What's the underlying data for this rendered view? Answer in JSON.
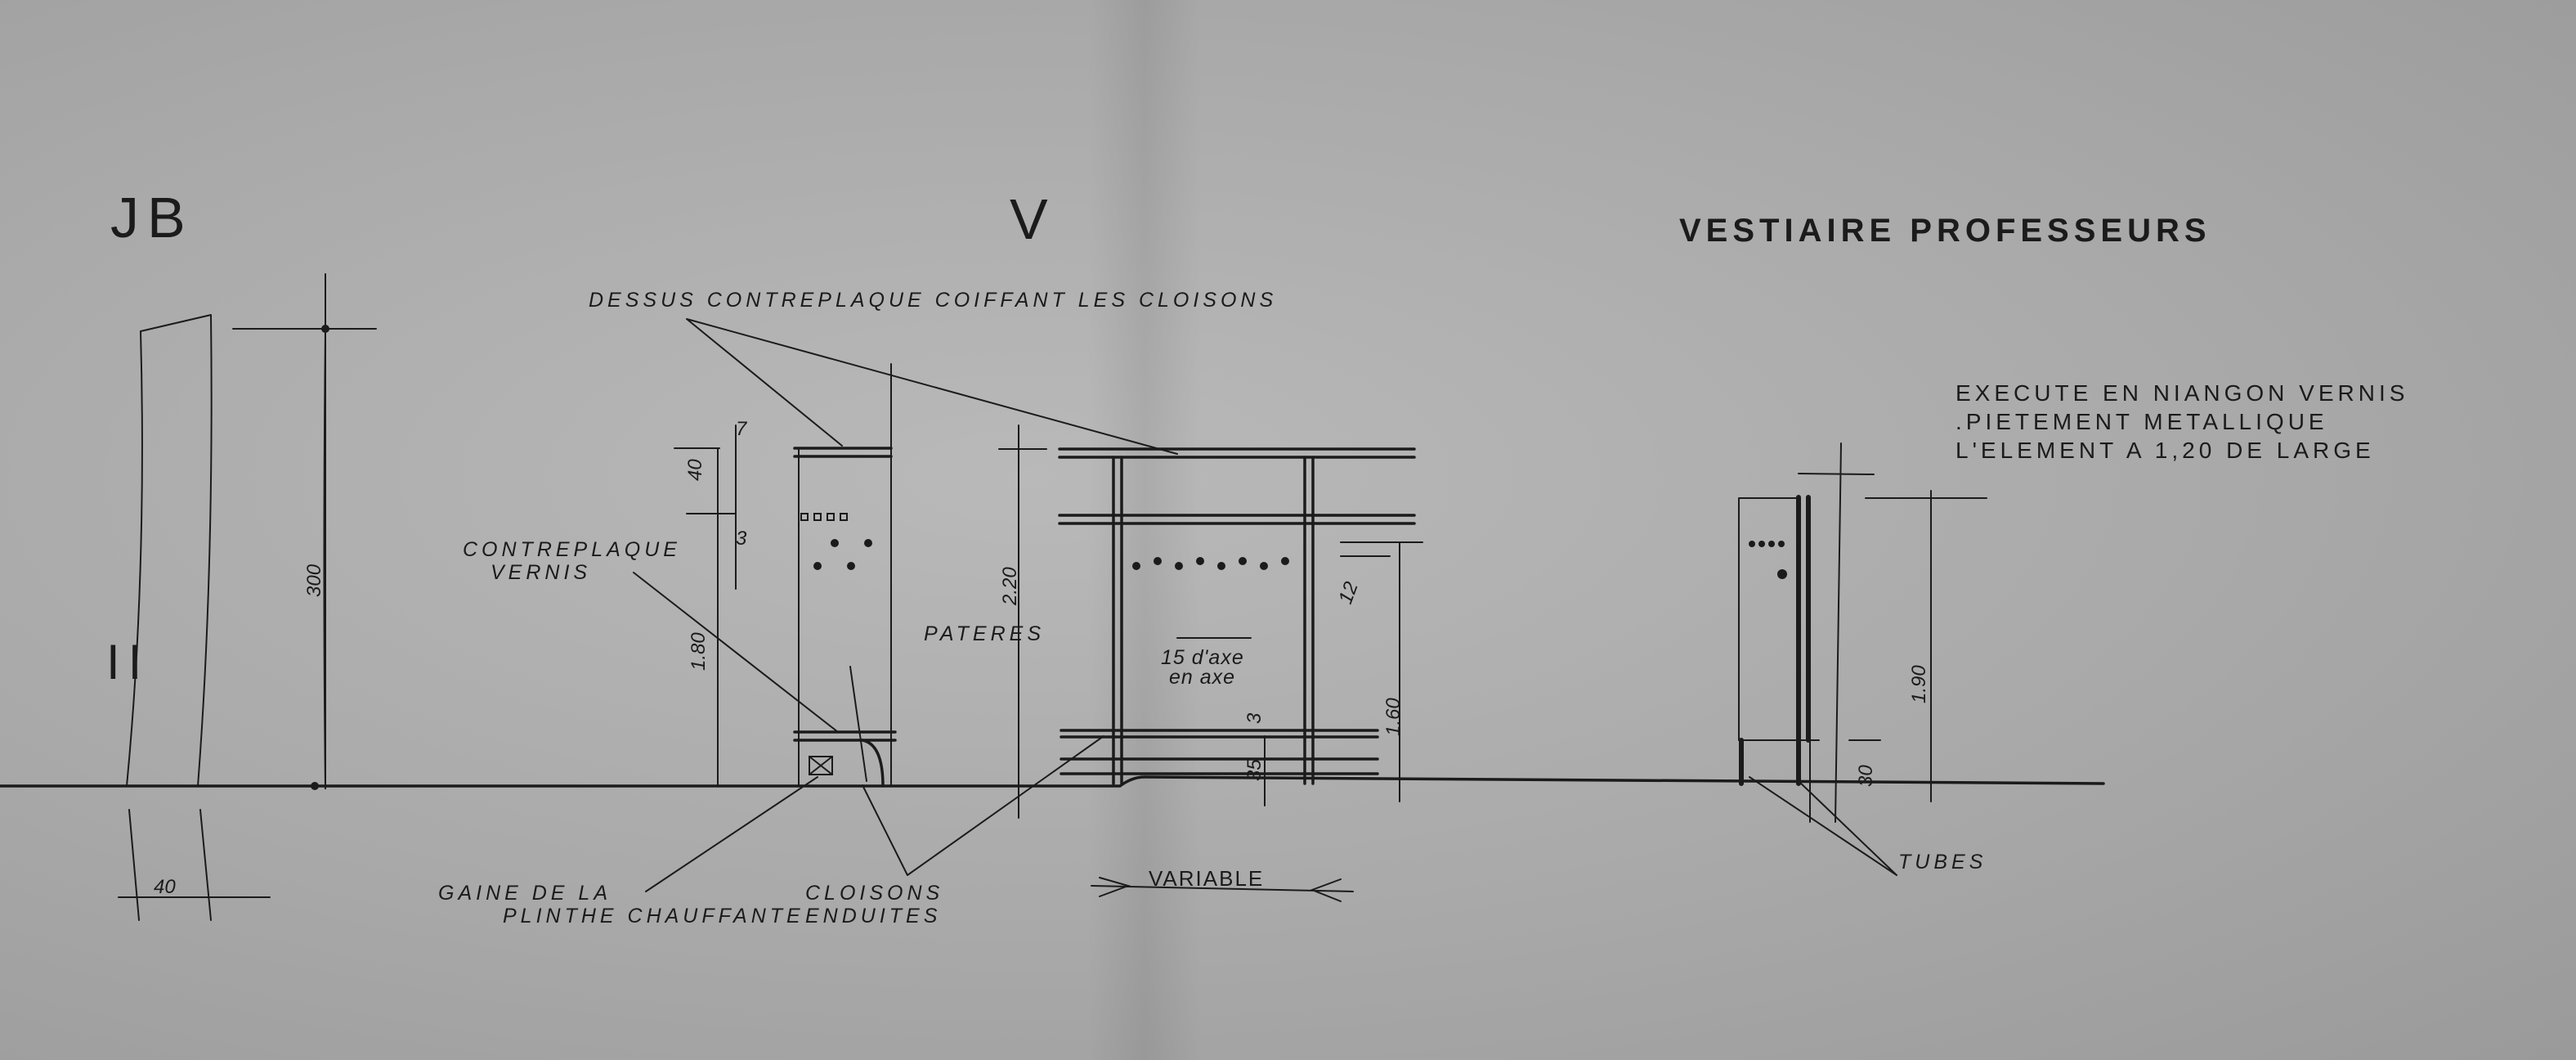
{
  "drawing": {
    "section_left": "JB",
    "section_center": "V",
    "title": "VESTIAIRE PROFESSEURS",
    "left_mark": "II",
    "notes": [
      "EXECUTE EN NIANGON VERNIS",
      ".PIETEMENT METALLIQUE",
      "L'ELEMENT A 1,20 DE LARGE"
    ],
    "labels": {
      "dessus": "DESSUS CONTREPLAQUE COIFFANT LES CLOISONS",
      "contreplaque_1": "CONTREPLAQUE",
      "contreplaque_2": "VERNIS",
      "pateres": "PATERES",
      "axe_1": "15 d'axe",
      "axe_2": "en axe",
      "gaine_1": "GAINE DE LA",
      "gaine_2": "PLINTHE CHAUFFANTE",
      "cloisons_1": "CLOISONS",
      "cloisons_2": "ENDUITES",
      "variable": "VARIABLE",
      "tubes": "TUBES"
    },
    "dimensions": {
      "d300": "300",
      "d40_bottom": "40",
      "d7": "7",
      "d40": "40",
      "d3_top": "3",
      "d180": "1.80",
      "d220": "2.20",
      "d12": "12",
      "d3": "3",
      "d35": "35",
      "d160": "1.60",
      "d190": "1.90",
      "d30": "30"
    }
  }
}
